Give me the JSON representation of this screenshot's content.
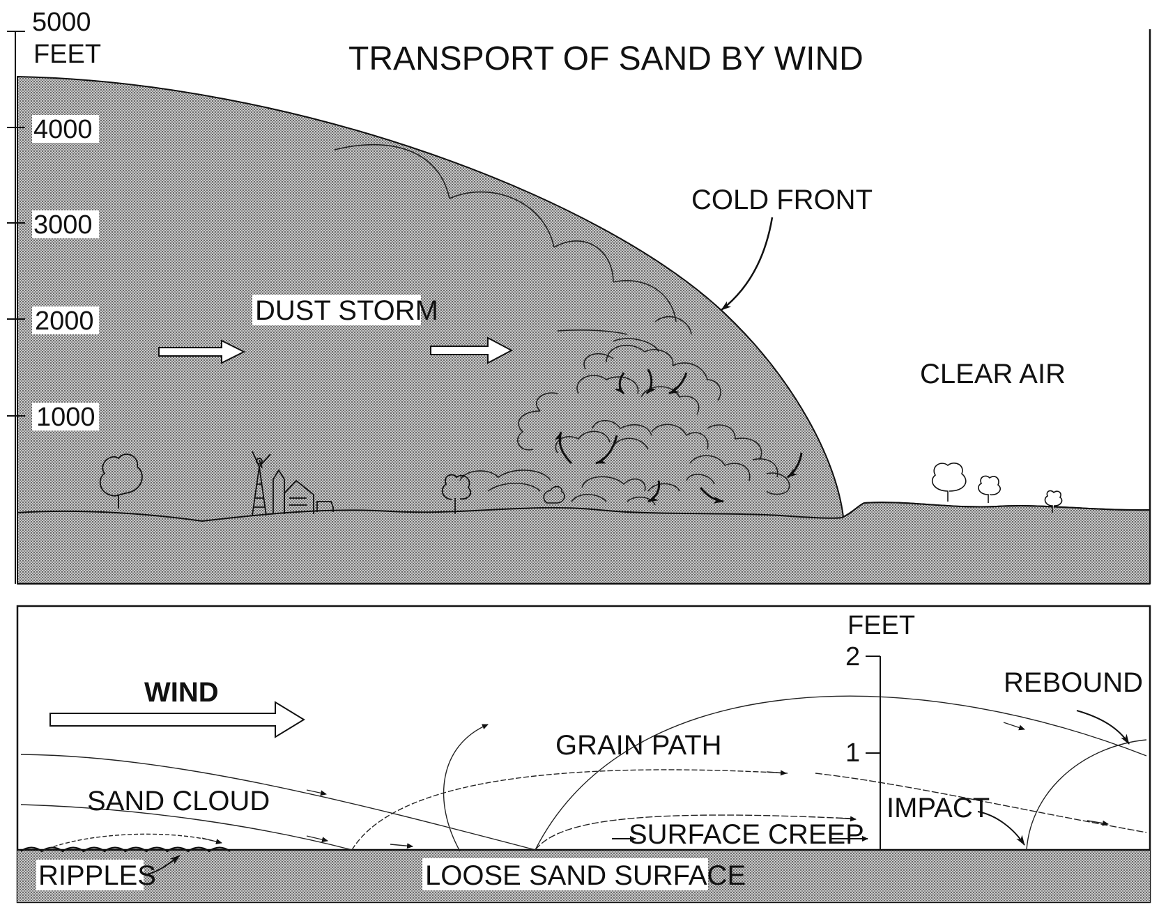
{
  "top": {
    "title": "TRANSPORT OF SAND BY WIND",
    "unit": "FEET",
    "ticks": [
      "5000",
      "4000",
      "3000",
      "2000",
      "1000"
    ],
    "labels": {
      "dust_storm": "DUST STORM",
      "cold_front": "COLD FRONT",
      "clear_air": "CLEAR AIR"
    }
  },
  "bottom": {
    "unit": "FEET",
    "ticks": [
      "2",
      "1"
    ],
    "labels": {
      "wind": "WIND",
      "grain_path": "GRAIN PATH",
      "sand_cloud": "SAND CLOUD",
      "rebound": "REBOUND",
      "impact": "IMPACT",
      "surface_creep": "SURFACE CREEP",
      "ripples": "RIPPLES",
      "loose_sand_surface": "LOOSE SAND SURFACE"
    }
  },
  "colors": {
    "stipple": "#b9b9b9",
    "ink": "#111111",
    "paper": "#ffffff"
  }
}
